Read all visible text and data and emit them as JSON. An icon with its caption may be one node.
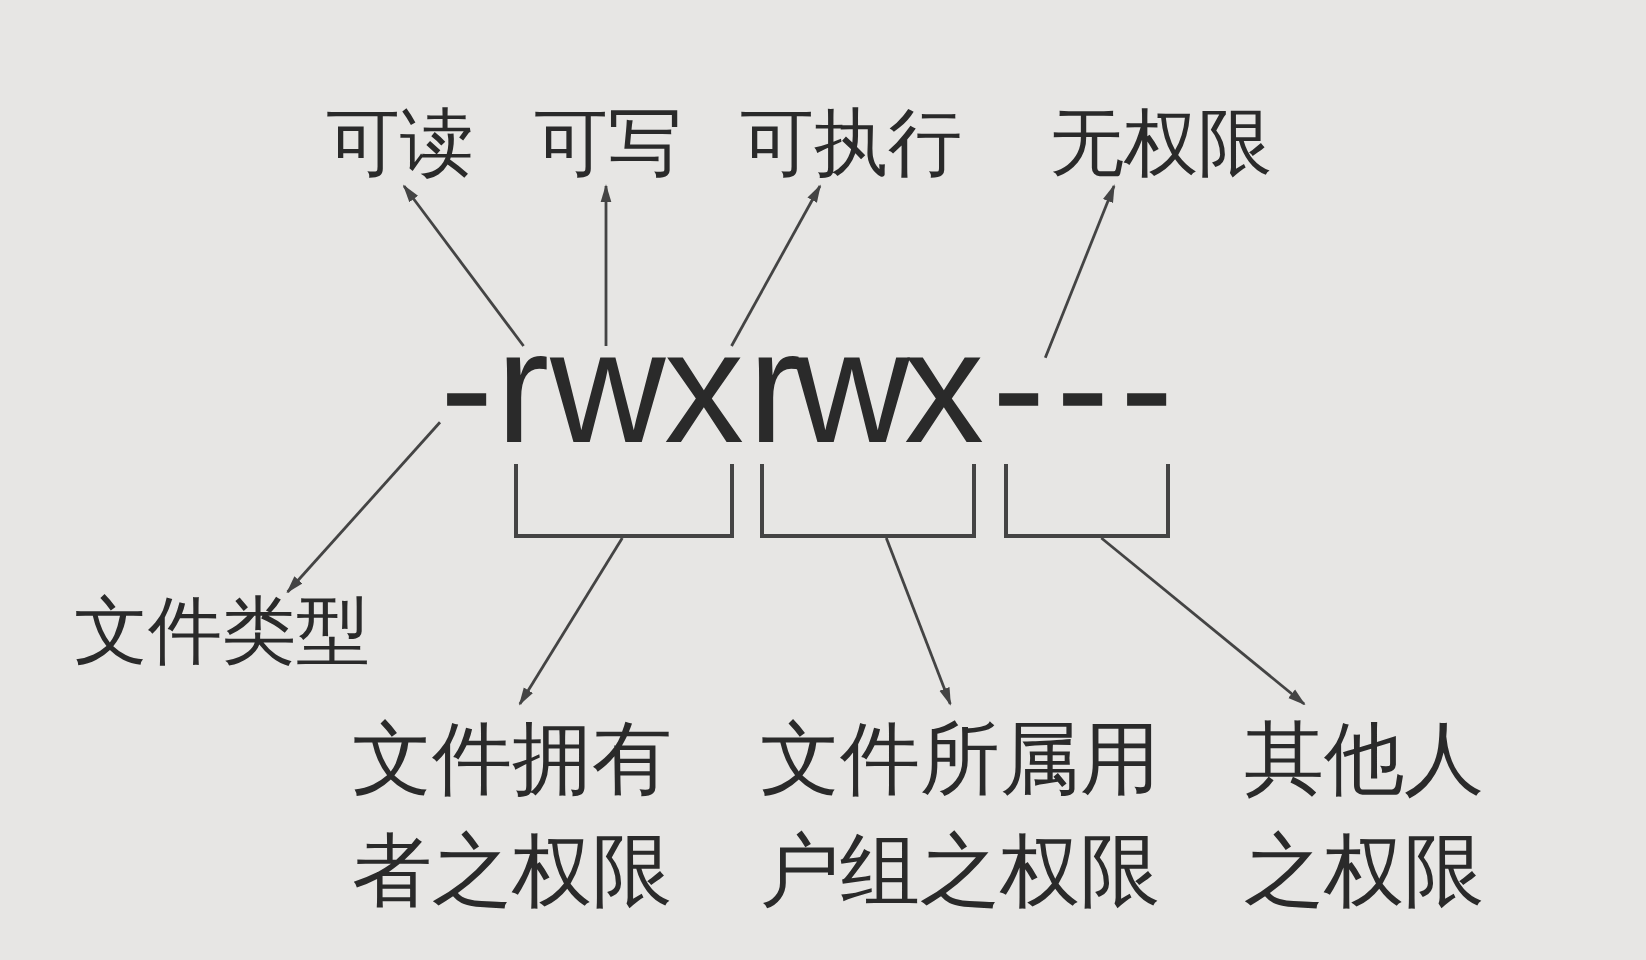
{
  "diagram": {
    "nodes": [
      {
        "text": [
          "可读"
        ]
      },
      {
        "text": [
          "可写"
        ]
      },
      {
        "text": [
          "可执行"
        ]
      },
      {
        "text": [
          "无权限"
        ]
      },
      {
        "text": [
          "-"
        ]
      },
      {
        "text": [
          "r"
        ]
      },
      {
        "text": [
          "w"
        ]
      },
      {
        "text": [
          "x"
        ]
      },
      {
        "text": [
          "r"
        ]
      },
      {
        "text": [
          "w"
        ]
      },
      {
        "text": [
          "x"
        ]
      },
      {
        "text": [
          "-"
        ]
      },
      {
        "text": [
          "-"
        ]
      },
      {
        "text": [
          "-"
        ]
      },
      {
        "text": [],
        "shape": "bracket"
      },
      {
        "text": [],
        "shape": "bracket"
      },
      {
        "text": [],
        "shape": "bracket"
      },
      {
        "text": [
          "文件类型"
        ]
      },
      {
        "text": [
          "文件拥有者之权限"
        ]
      },
      {
        "text": [
          "文件所属用户组之权限"
        ]
      },
      {
        "text": [
          "其他人之权限"
        ]
      }
    ],
    "edges": [
      {
        "from": 5,
        "to": 0,
        "arrow": "to"
      },
      {
        "from": 6,
        "to": 1,
        "arrow": "to"
      },
      {
        "from": 7,
        "to": 2,
        "arrow": "to"
      },
      {
        "from": 11,
        "to": 3,
        "arrow": "to"
      },
      {
        "from": 4,
        "to": 17,
        "arrow": "to"
      },
      {
        "from": 14,
        "to": 18,
        "arrow": "to"
      },
      {
        "from": 15,
        "to": 19,
        "arrow": "to"
      },
      {
        "from": 16,
        "to": 20,
        "arrow": "to"
      }
    ]
  }
}
